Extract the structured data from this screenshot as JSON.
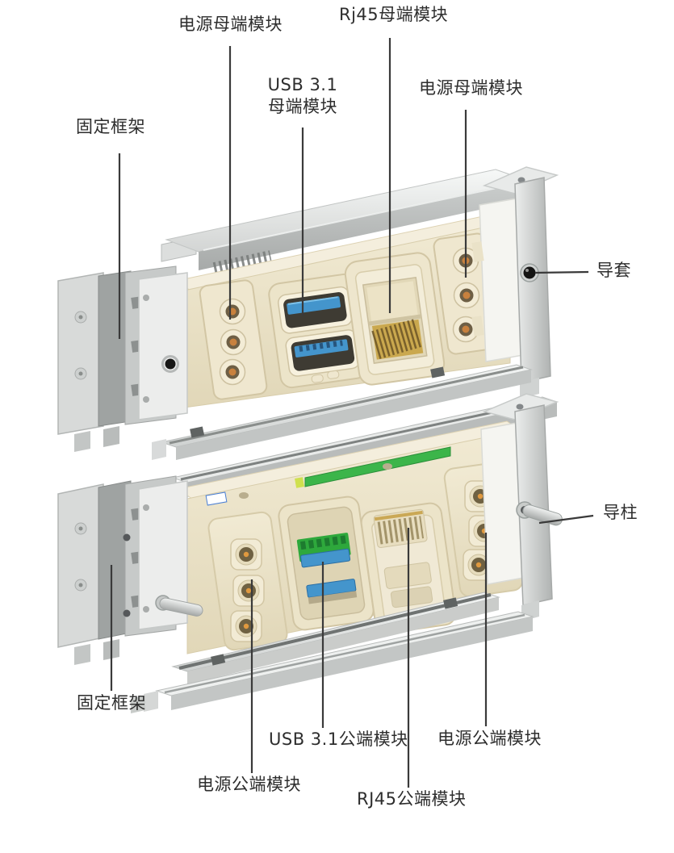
{
  "diagram": {
    "female_assembly": {
      "power_module_left": "电源母端模块",
      "rj45_module": "Rj45母端模块",
      "usb_module": "USB 3.1\n母端模块",
      "power_module_right": "电源母端模块",
      "fixed_frame": "固定框架",
      "guide_sleeve": "导套"
    },
    "male_assembly": {
      "guide_post": "导柱",
      "fixed_frame": "固定框架",
      "power_module_left": "电源公端模块",
      "usb_module": "USB 3.1公端模块",
      "power_module_right": "电源公端模块",
      "rj45_module": "RJ45公端模块"
    },
    "colors": {
      "background": "#ffffff",
      "housing_cream": "#ece4c9",
      "bezel_cream": "#f4edd8",
      "metal_gray": "#c6c9c8",
      "pcb_green": "#3cb54a",
      "usb_blue": "#4495cc",
      "contact_copper": "#c8813e",
      "label_text": "#2d2d2d",
      "leader_line": "#3a3a3a"
    }
  }
}
